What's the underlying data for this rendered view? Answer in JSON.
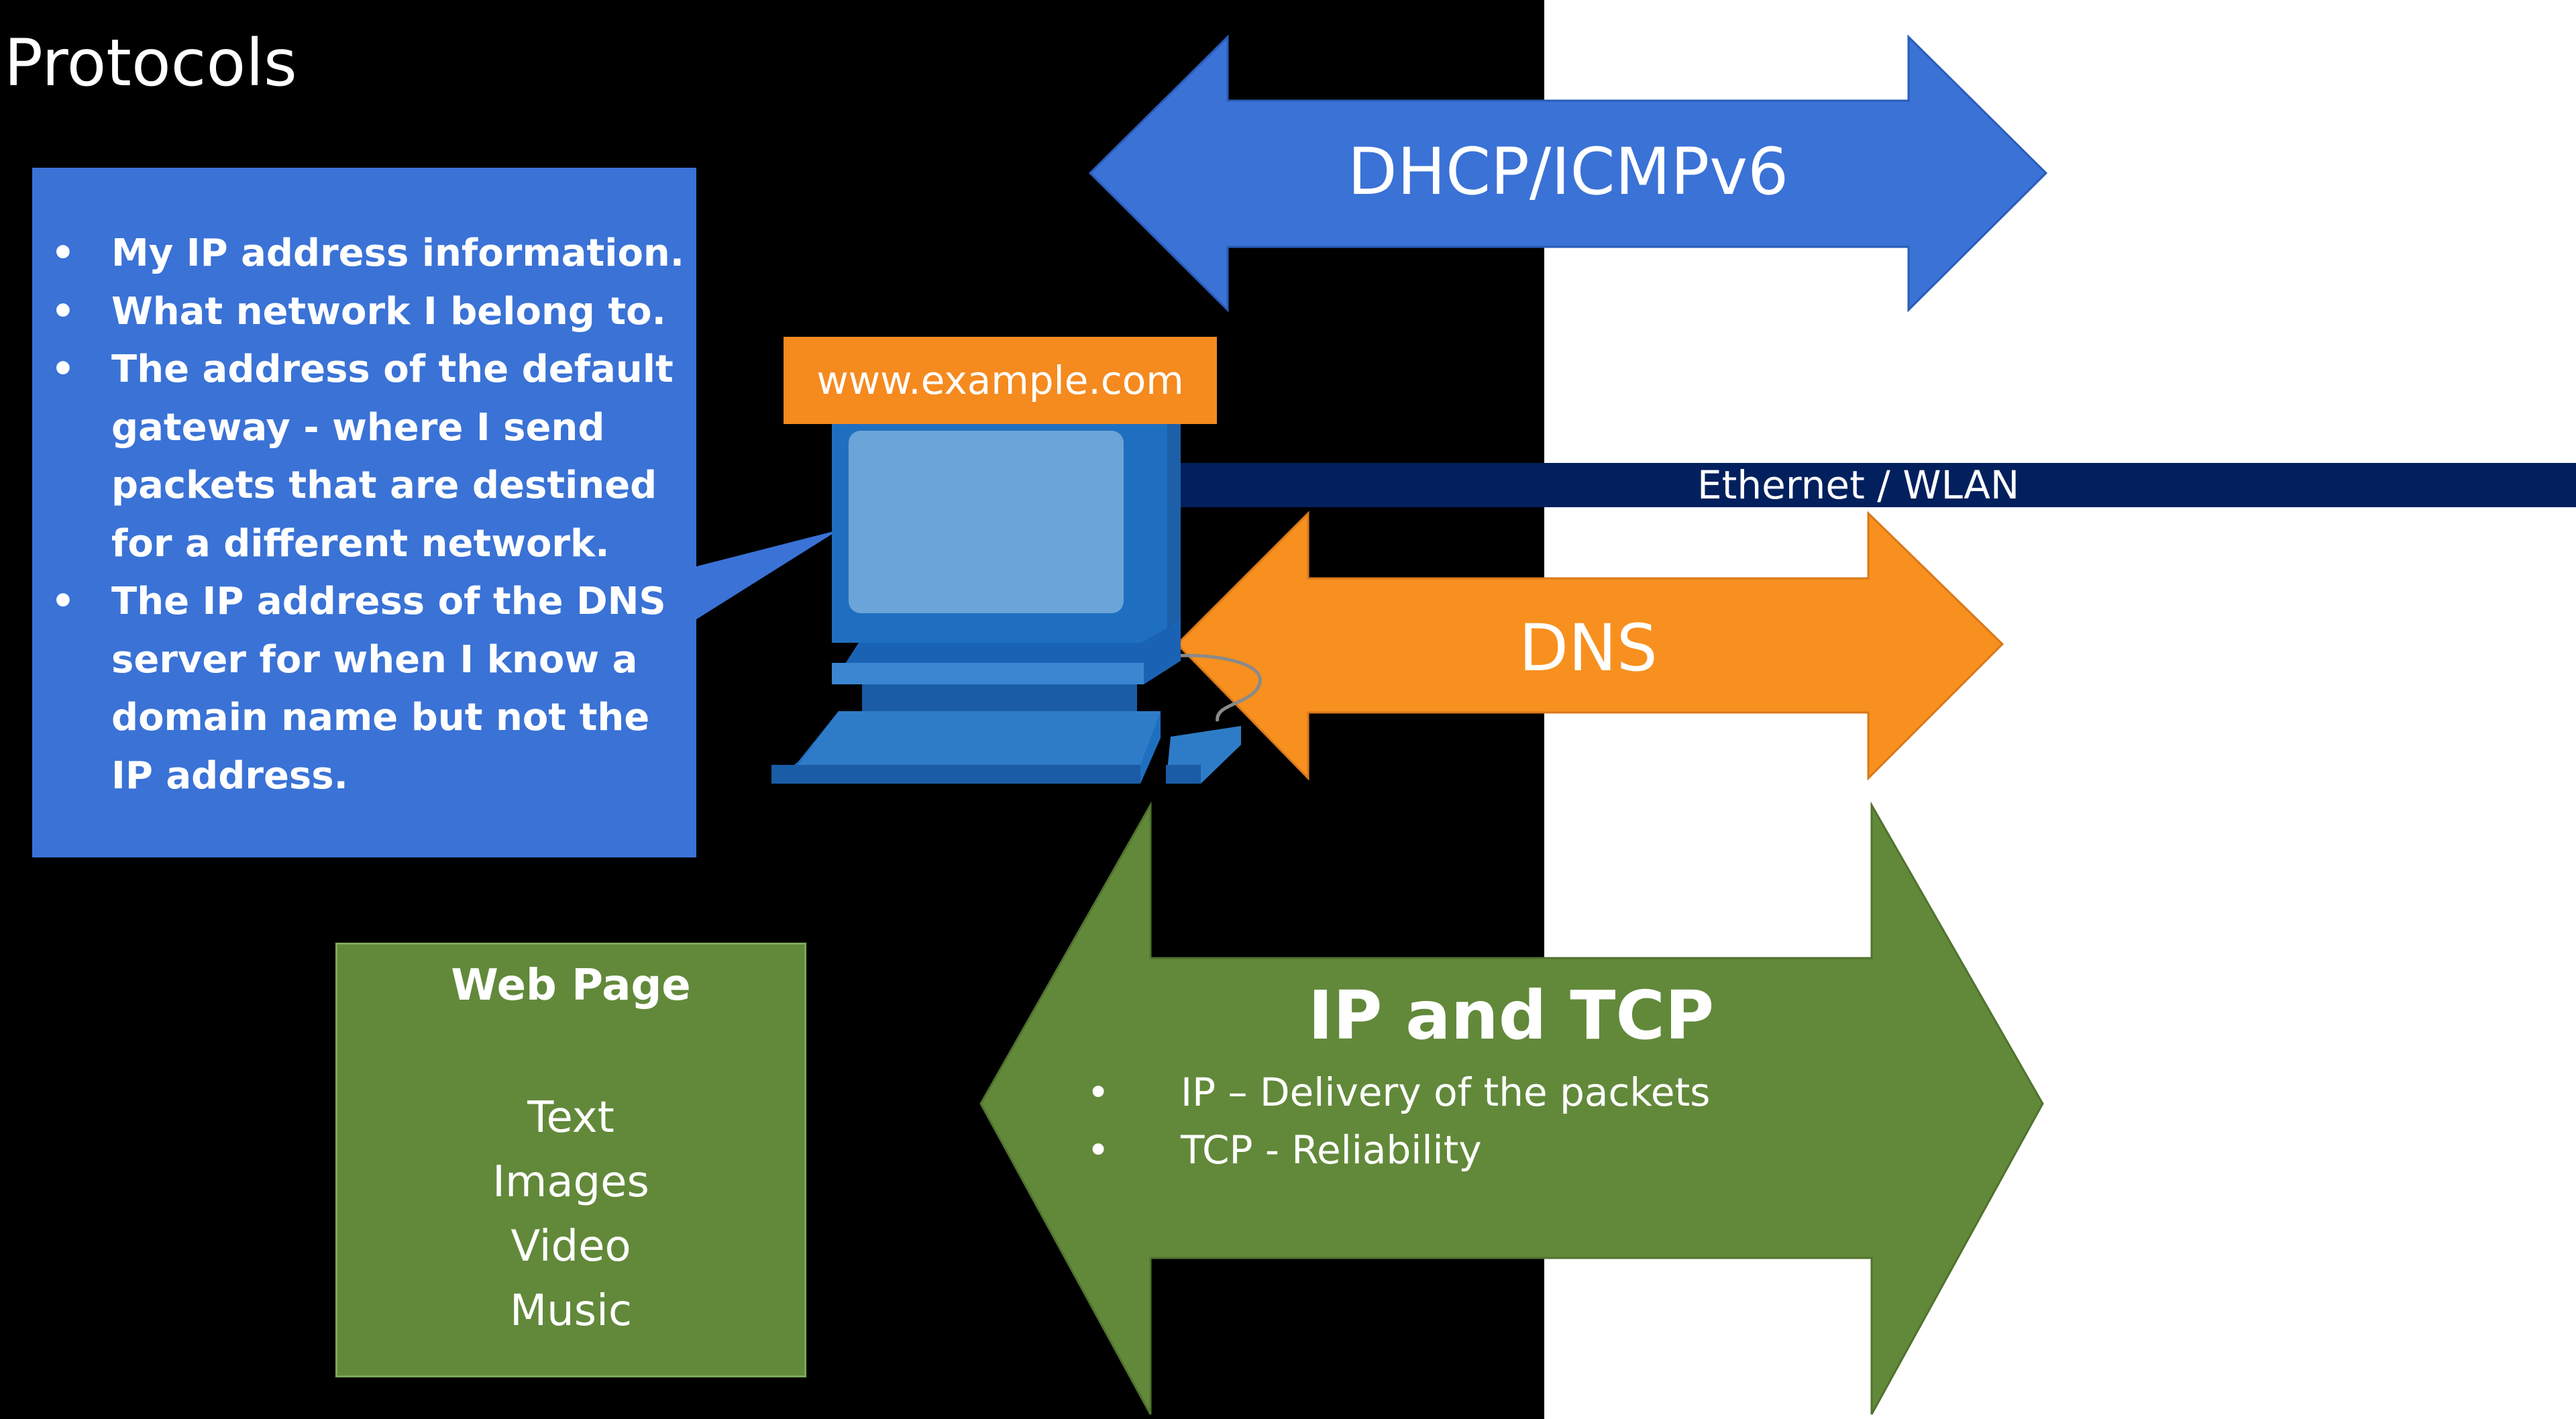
{
  "title": "Protocols",
  "info_box": {
    "items": [
      "My IP address information.",
      "What network I belong to.",
      "The address of the default gateway - where I send packets that are destined for a different network.",
      "The IP address of the DNS server for when I know a domain name but not the IP address."
    ]
  },
  "url_label": "www.example.com",
  "ethernet_label": "Ethernet / WLAN",
  "arrows": {
    "dhcp": "DHCP/ICMPv6",
    "dns": "DNS",
    "iptcp_title": "IP and TCP",
    "iptcp_items": [
      "IP – Delivery of the packets",
      "TCP - Reliability"
    ]
  },
  "web_page": {
    "title": "Web Page",
    "items": [
      "Text",
      "Images",
      "Video",
      "Music"
    ]
  },
  "colors": {
    "blue": "#3a72d6",
    "orange": "#f58a1f",
    "green": "#62893a",
    "navy": "#03205e",
    "computer": "#1f6fc0"
  }
}
